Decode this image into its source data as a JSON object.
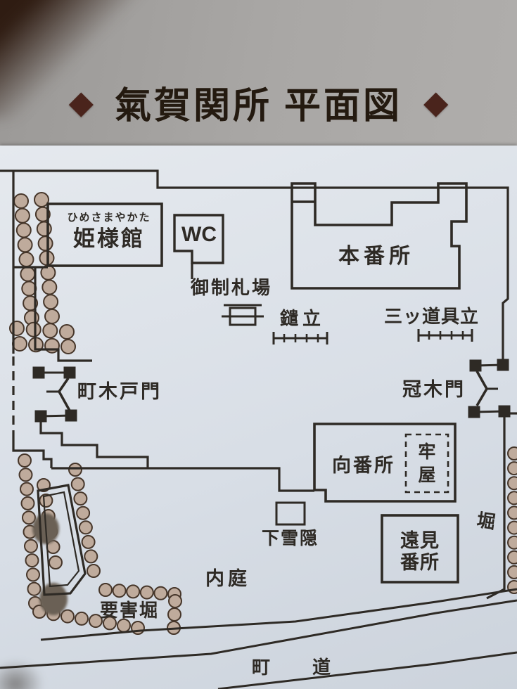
{
  "title": {
    "left_diamond": "◆",
    "text": "氣賀関所 平面図",
    "right_diamond": "◆"
  },
  "map": {
    "buildings": {
      "himesamayakata": {
        "furigana": "ひめさまやかた",
        "name": "姫様館"
      },
      "wc": {
        "name": "WC"
      },
      "honbansho": {
        "name": "本番所"
      },
      "mukaibansho": {
        "name": "向番所"
      },
      "rouya": {
        "name": "牢屋"
      },
      "toomibansho": {
        "name": "遠見番所"
      }
    },
    "features": {
      "goseisatsuba": "御制札場",
      "yaridate": "鑓立",
      "mitsudougudate": "三ッ道具立",
      "machikidomon": "町木戸門",
      "kabukimon": "冠木門",
      "shimosecchin": "下雪隠",
      "hori": "堀",
      "uchiniwa": "内庭",
      "yougaibori": "要害堀",
      "road_char1": "町",
      "road_char2": "道"
    }
  },
  "colors": {
    "ink": "#2e2a25",
    "stone": "#bfab9c",
    "stone_edge": "#46362a",
    "bush": "#6b6055",
    "diamond": "#4a241c",
    "panel": "#dce2e9",
    "photo": "#a8a6a3",
    "frame": "#2f1c12",
    "title_ink": "#241a10"
  }
}
